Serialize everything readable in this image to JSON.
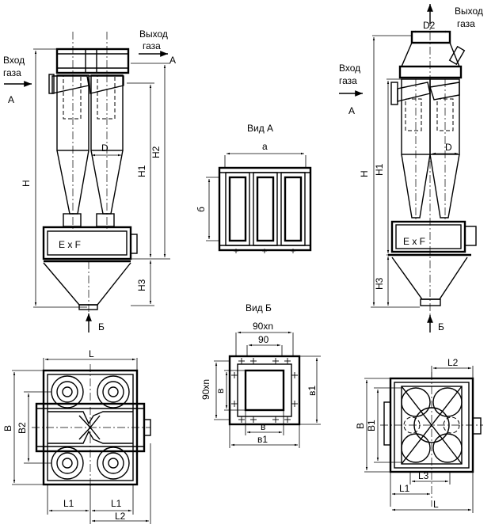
{
  "labels": {
    "gas_outlet_left_1": "Выход",
    "gas_outlet_left_2": "газа",
    "gas_inlet_left_1": "Вход",
    "gas_inlet_left_2": "газа",
    "gas_outlet_right_1": "Выход",
    "gas_outlet_right_2": "газа",
    "gas_inlet_right_1": "Вход",
    "gas_inlet_right_2": "газа",
    "view_a": "Вид А",
    "view_b": "Вид Б",
    "arrow_a": "А",
    "arrow_b": "Б",
    "dim_H": "H",
    "dim_H1": "H1",
    "dim_H2": "H2",
    "dim_H3": "H3",
    "dim_D": "D",
    "dim_D2": "D2",
    "dim_ExF": "E x F",
    "dim_a": "а",
    "dim_b6": "б",
    "dim_90xn": "90xn",
    "dim_90": "90",
    "dim_v": "в",
    "dim_v1": "в1",
    "dim_L": "L",
    "dim_L1": "L1",
    "dim_L2": "L2",
    "dim_L3": "L3",
    "dim_B": "B",
    "dim_B1": "B1",
    "dim_B2": "B2"
  }
}
